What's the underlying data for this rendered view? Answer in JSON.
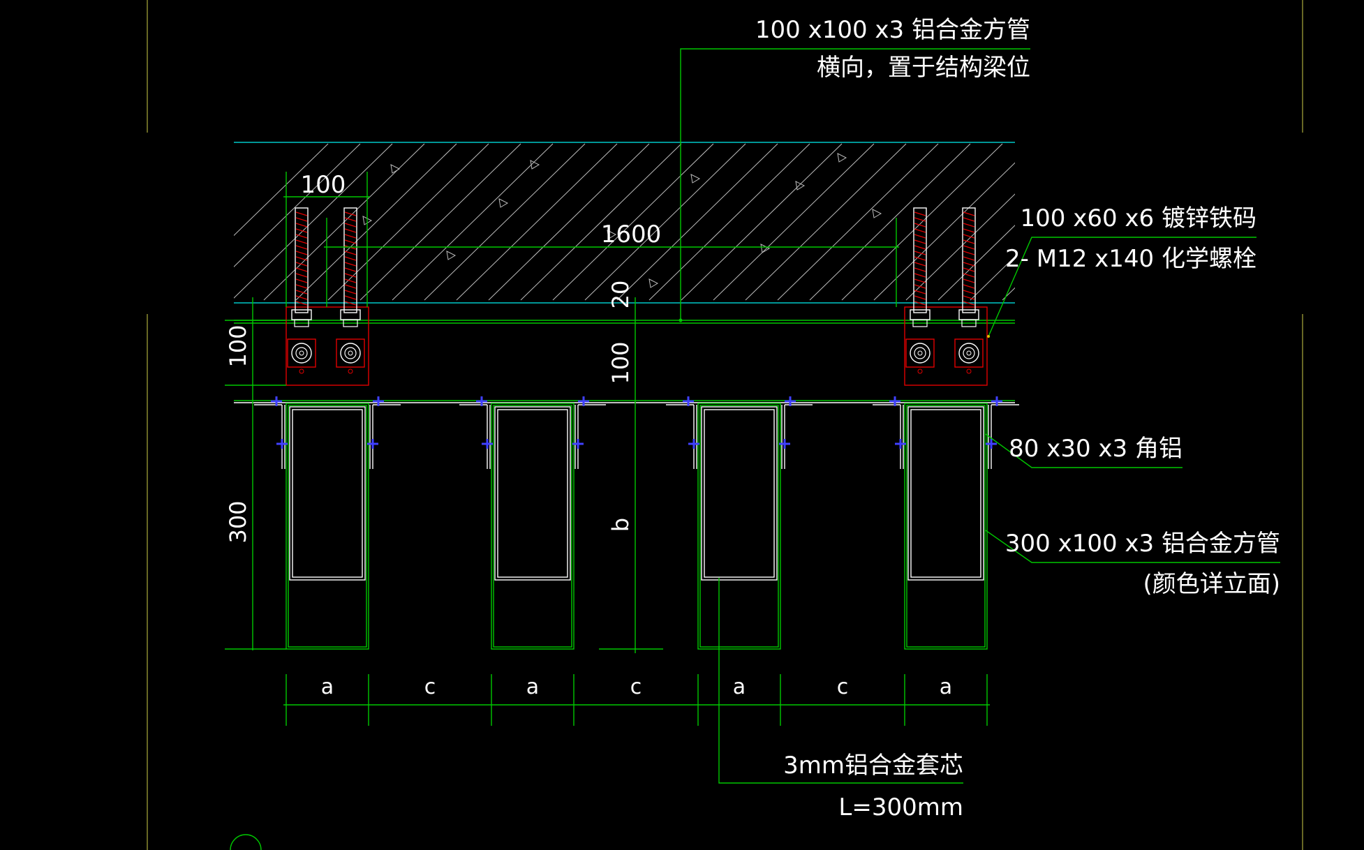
{
  "colors": {
    "background": "#000000",
    "dimension_green": "#00c800",
    "concrete_cyan": "#00c8c8",
    "steel_red": "#e00000",
    "bolt_blue": "#4040ff",
    "frame_yellow": "#8a8a30",
    "text": "#ffffff"
  },
  "annotations": {
    "top_tube_spec": "100 x100 x3 铝合金方管",
    "top_tube_note": "横向，置于结构梁位",
    "bracket_spec": "100 x60 x6 镀锌铁码",
    "bolt_spec": "2- M12 x140 化学螺栓",
    "angle_spec": "80 x30 x3 角铝",
    "main_tube_spec": "300 x100 x3 铝合金方管",
    "main_tube_note": "(颜色详立面)",
    "core_spec": "3mm铝合金套芯",
    "core_length": "L=300mm"
  },
  "dimensions": {
    "bracket_width": "100",
    "span": "1600",
    "gap": "20",
    "bracket_height": "100",
    "top_offset": "100",
    "tube_height": "300",
    "spacing_var": "b",
    "bottom_labels": [
      "a",
      "c",
      "a",
      "c",
      "a",
      "c",
      "a"
    ]
  }
}
